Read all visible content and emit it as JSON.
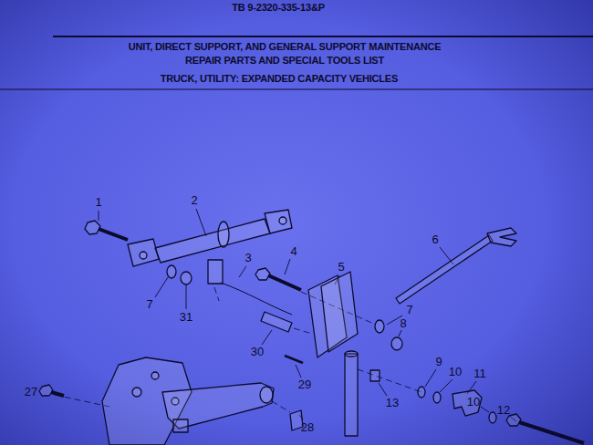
{
  "diagram": {
    "labels": [
      "TB 9-2320-335-13&P",
      "UNIT, DIRECT SUPPORT, AND GENERAL SUPPORT MAINTENANCE",
      "REPAIR PARTS AND SPECIAL TOOLS LIST",
      "TRUCK, UTILITY: EXPANDED CAPACITY VEHICLES",
      "1",
      "2",
      "3",
      "4",
      "5",
      "6",
      "7",
      "31",
      "7",
      "8",
      "30",
      "29",
      "9",
      "10",
      "11",
      "13",
      "10",
      "12",
      "27",
      "28"
    ]
  }
}
